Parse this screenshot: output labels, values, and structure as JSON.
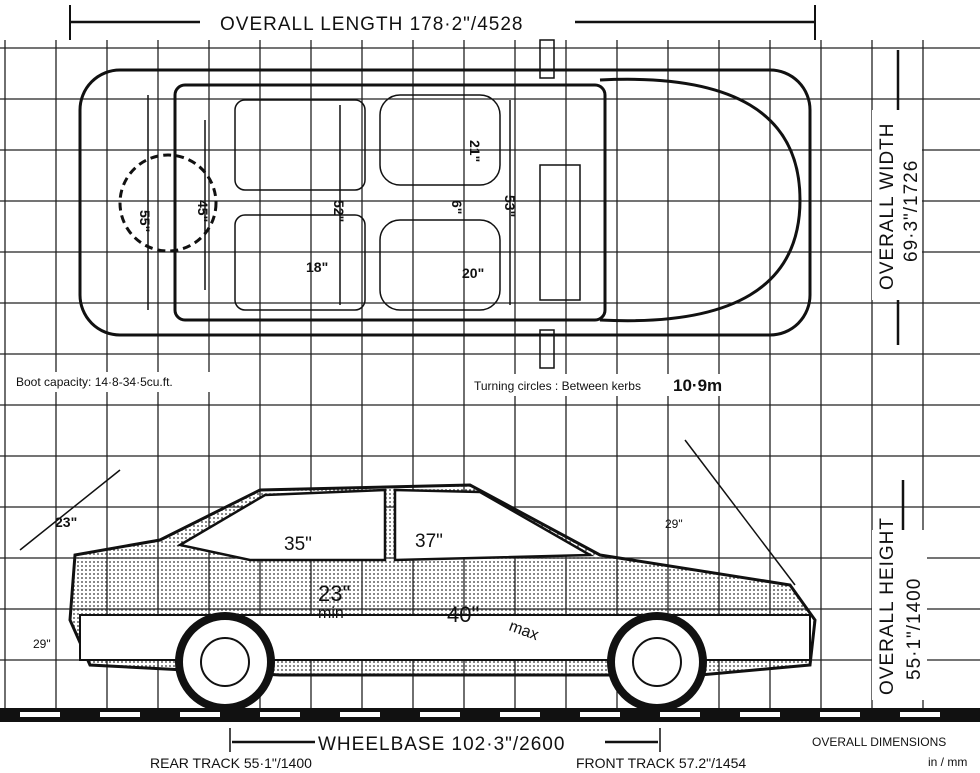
{
  "diagram": {
    "overall_length": "OVERALL LENGTH  178·2\"/4528",
    "overall_width": "OVERALL WIDTH",
    "overall_width_value": "69·3\"/1726",
    "overall_height": "OVERALL HEIGHT",
    "overall_height_value": "55·1\"/1400",
    "boot_capacity": "Boot capacity: 14·8-34·5cu.ft.",
    "turning_circles_label": "Turning circles : Between kerbs",
    "turning_circles_value": "10·9m",
    "wheelbase": "WHEELBASE 102·3\"/2600",
    "rear_track": "REAR TRACK 55·1\"/1400",
    "front_track": "FRONT TRACK 57.2\"/1454",
    "overall_dimensions": "OVERALL  DIMENSIONS",
    "units": "in / mm",
    "plan_dims": {
      "boot_width": "55\"",
      "rear_width": "45\"",
      "rear_seat_width": "52\"",
      "front_seat_depth": "21\"",
      "console": "6\"",
      "front_width": "53\"",
      "rear_seat_cushion": "18\"",
      "front_seat_cushion": "20\""
    },
    "side_dims": {
      "boot_opening": "23\"",
      "rear_headroom": "35\"",
      "front_headroom": "37\"",
      "rear_legroom": "23\"",
      "rear_legroom_note": "min",
      "front_legroom": "40\"",
      "front_legroom_note": "max",
      "sill_height": "29\"",
      "bonnet": "29\""
    }
  }
}
